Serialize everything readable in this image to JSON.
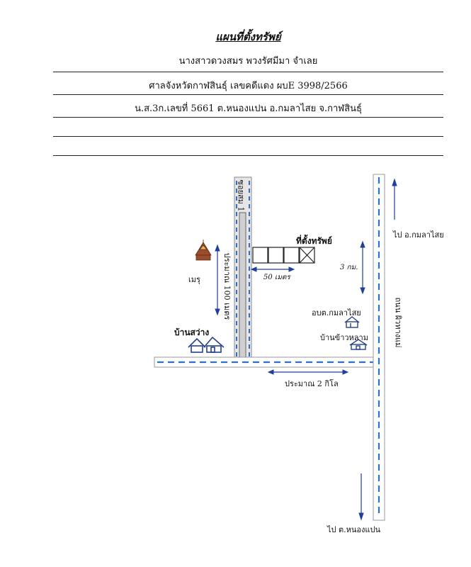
{
  "header": {
    "title": "แผนที่ตั้งทรัพย์",
    "line1": "นางสาวดวงสมร พวงรัศมีมา จำเลย",
    "line2": "ศาลจังหวัดกาฬสินธุ์ เลขคดีแดง ผบE 3998/2566",
    "line3": "น.ส.3ก.เลขที่ 5661  ต.หนองแปน อ.กมลาไสย  จ.กาฬสินธุ์"
  },
  "map": {
    "road_colors": {
      "dash": "#2c6fd1",
      "edge": "#8a8a8a",
      "lane": "#c8c8c8",
      "arrow": "#1f3f9a"
    },
    "labels": {
      "property": "ที่ตั้งทรัพย์",
      "soi": "ซอยสม 1",
      "temple": "เมรุ",
      "approx_100m": "ประมาณ 100 เมตร",
      "ban_sawang": "บ้านสว่าง",
      "obt": "อบต.กมลาไสย",
      "ban_khao": "บ้านข้าวหลาม",
      "to_kamalasai": "ไป อ.กมลาไสย",
      "road_name": "ถนน ผิวทางแม่",
      "approx_2km": "ประมาณ 2 กิโล",
      "to_nong_paen": "ไป ต.หนองแปน",
      "dist_50m": "50 เมตร",
      "dist_3km": "3 กม."
    }
  }
}
